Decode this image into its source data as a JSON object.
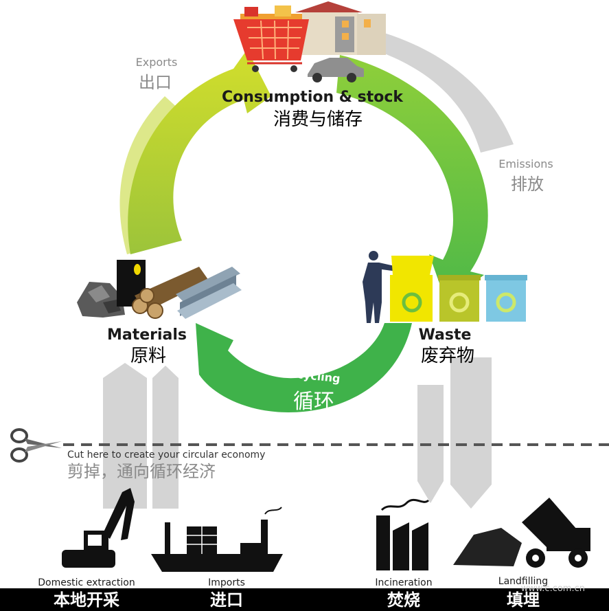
{
  "nodes": {
    "consumption": {
      "en": "Consumption & stock",
      "cn": "消费与储存"
    },
    "materials": {
      "en": "Materials",
      "cn": "原料"
    },
    "waste": {
      "en": "Waste",
      "cn": "废弃物"
    }
  },
  "flows": {
    "exports": {
      "en": "Exports",
      "cn": "出口"
    },
    "emissions": {
      "en": "Emissions",
      "cn": "排放"
    },
    "recycling": {
      "en": "Recycling",
      "cn": "循环"
    }
  },
  "cut_line": {
    "en": "Cut here to create your circular economy",
    "cn": "剪掉，通向循环经济"
  },
  "sources": {
    "domestic_extraction": {
      "en": "Domestic extraction",
      "cn": "本地开采"
    },
    "imports": {
      "en": "Imports",
      "cn": "进口"
    },
    "incineration": {
      "en": "Incineration",
      "cn": "焚烧"
    },
    "landfilling": {
      "en": "Landfilling",
      "cn": "填埋"
    }
  },
  "watermark": "www.c.com.cn",
  "icons": [
    "shopping-cart-icon",
    "house-icon",
    "car-icon",
    "oil-barrel-icon",
    "coal-icon",
    "logs-icon",
    "steel-beam-icon",
    "person-icon",
    "recycling-bin-icon",
    "scissors-icon",
    "excavator-icon",
    "cargo-ship-icon",
    "factory-icon",
    "dump-truck-icon"
  ],
  "colors": {
    "arc_top_left": "#c8d92a",
    "arc_right": "#6cbf3f",
    "arc_bottom": "#3fb24a",
    "arc_pale": "#dde88a",
    "grey_flow": "#d4d4d4",
    "bin_yellow": "#f1e600",
    "bin_olive": "#b9c52a",
    "bin_blue": "#7ec8e3",
    "dark": "#1a1a1a"
  }
}
